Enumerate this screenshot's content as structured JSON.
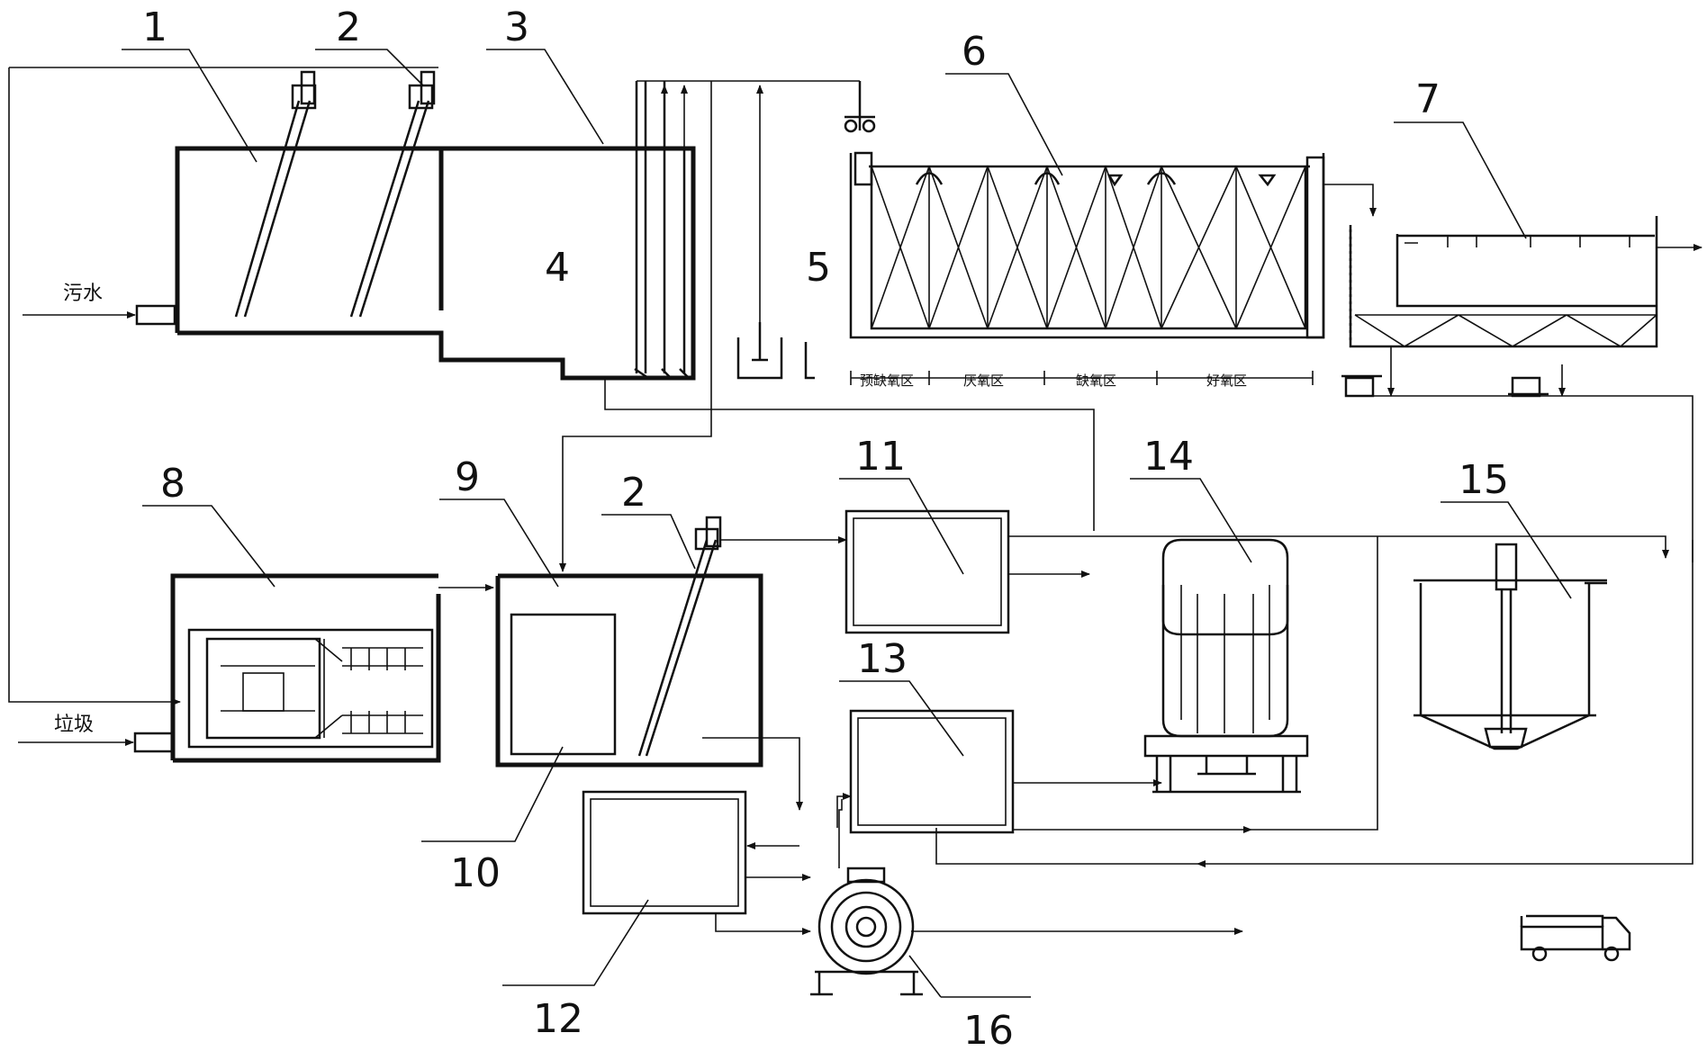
{
  "labels": {
    "l1": "1",
    "l2a": "2",
    "l3": "3",
    "l4": "4",
    "l5": "5",
    "l6": "6",
    "l7": "7",
    "l8": "8",
    "l9": "9",
    "l2b": "2",
    "l11": "11",
    "l14": "14",
    "l15": "15",
    "l13": "13",
    "l10": "10",
    "l12": "12",
    "l16": "16"
  },
  "inputs": {
    "sewage": "污水",
    "garbage": "垃圾"
  },
  "zones": {
    "pre_anoxic": "预缺氧区",
    "anaerobic": "厌氧区",
    "anoxic": "缺氧区",
    "aerobic": "好氧区"
  }
}
